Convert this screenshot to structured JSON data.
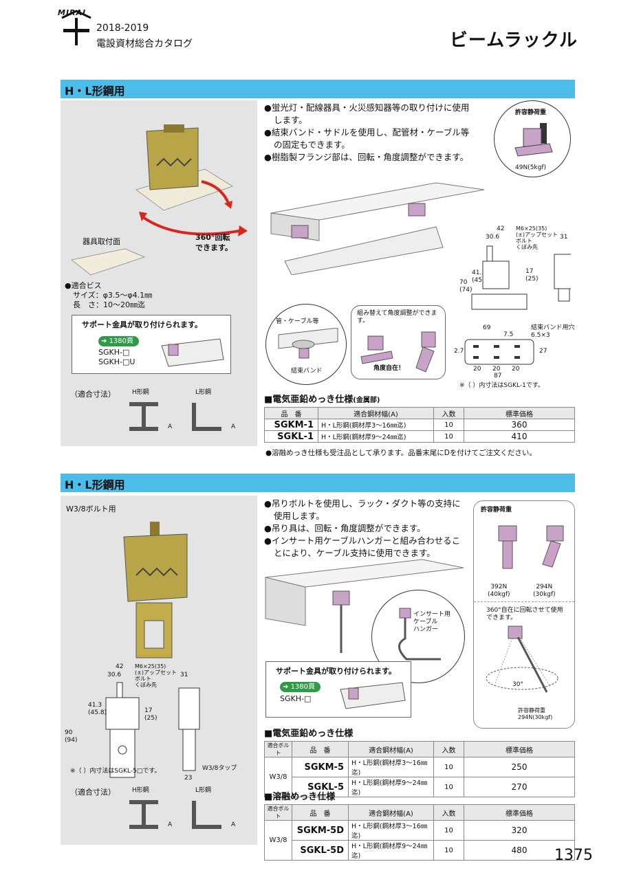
{
  "header": {
    "brand": "MIRAI",
    "catalog_year": "2018-2019",
    "catalog_title": "電設資材総合カタログ",
    "page_title": "ビームラックル"
  },
  "section1": {
    "heading": "H・L形鋼用",
    "bullets": [
      "●蛍光灯・配線器具・火災感知器等の取り付けに使用します。",
      "●結束バンド・サドルを使用し、配管材・ケーブル等の固定もできます。",
      "●樹脂製フランジ部は、回転・角度調整ができます。"
    ],
    "rotate_note": "360°回転\nできます。",
    "mount_face": "器具取付面",
    "screw_title": "●適合ビス",
    "screw_size": "サイズ：φ3.5〜φ4.1㎜",
    "screw_length": "長　さ：10〜20㎜迄",
    "support_title": "サポート金具が取り付けられます。",
    "support_ref": "1380頁",
    "support_items": [
      "SGKH-□",
      "SGKH-□U"
    ],
    "fit_label": "（適合寸法）",
    "h_label": "H形鋼",
    "l_label": "L形鋼",
    "a_label": "A",
    "load_title": "許容静荷重",
    "load_value": "49N(5kgf)",
    "callout_pipe": "管・ケーブル等",
    "callout_band": "結束バンド",
    "angle_title": "組み替えて角度調整ができます。",
    "angle_free": "角度自在！",
    "dims": {
      "d42": "42",
      "d306": "30.6",
      "d31": "31",
      "bolt": "M6×25(35)\n(±)アップセット\nボルト\nくぼみ先",
      "v70": "70\n(74)",
      "v413": "41.3\n(45.8)",
      "v17": "17\n(25)",
      "d69": "69",
      "d75": "7.5",
      "d27": "2.7",
      "d27b": "27",
      "d20a": "20",
      "d20b": "20",
      "d20c": "20",
      "d87": "87",
      "holes": "結束バンド用穴\n6.5×3"
    },
    "dim_note": "※（ ）内寸法はSGKL-1です。",
    "spec_heading": "■電気亜鉛めっき仕様",
    "spec_heading_sub": "(金属部)",
    "table_headers": [
      "品　番",
      "適合鋼材幅(A)",
      "入数",
      "標準価格"
    ],
    "rows": [
      {
        "code": "SGKM-1",
        "material": "H・L形鋼(鋼材厚3〜16㎜迄)",
        "qty": "10",
        "price": "360"
      },
      {
        "code": "SGKL-1",
        "material": "H・L形鋼(鋼材厚9〜24㎜迄)",
        "qty": "10",
        "price": "410"
      }
    ],
    "footnote": "●溶融めっき仕様も受注品として承ります。品番末尾にDを付けてご注文ください。"
  },
  "section2": {
    "heading": "H・L形鋼用",
    "bolt_label": "W3/8ボルト用",
    "bullets": [
      "●吊りボルトを使用し、ラック・ダクト等の支持に使用します。",
      "●吊り具は、回転・角度調整ができます。",
      "●インサート用ケーブルハンガーと組み合わせることにより、ケーブル支持に使用できます。"
    ],
    "insert_label": "インサート用\nケーブル\nハンガー",
    "support_title": "サポート金具が取り付けられます。",
    "support_ref": "1380頁",
    "support_items": [
      "SGKH-□"
    ],
    "load_title": "許容静荷重",
    "load_a": "392N\n(40kgf)",
    "load_b": "294N\n(30kgf)",
    "rotate_note": "360°自在に回転させて使用できます。",
    "angle30": "30°",
    "load_c": "許容静荷重\n294N(30kgf)",
    "dims": {
      "d42": "42",
      "d306": "30.6",
      "d31": "31",
      "bolt": "M6×25(35)\n(±)アップセット\nボルト\nくぼみ先",
      "v413": "41.3\n(45.8)",
      "v90": "90 (94)",
      "v17": "17\n(25)",
      "d23": "23",
      "tap": "W3/8タップ"
    },
    "dim_note": "※（ ）内寸法はSGKL-5□です。",
    "fit_label": "（適合寸法）",
    "h_label": "H形鋼",
    "l_label": "L形鋼",
    "a_label": "A",
    "spec1_heading": "■電気亜鉛めっき仕様",
    "spec2_heading": "■溶融めっき仕様",
    "table_headers": [
      "適合ボルト",
      "品　番",
      "適合鋼材幅(A)",
      "入数",
      "標準価格"
    ],
    "bolt_size": "W3/8",
    "rows1": [
      {
        "code": "SGKM-5",
        "material": "H・L形鋼(鋼材厚3〜16㎜迄)",
        "qty": "10",
        "price": "250"
      },
      {
        "code": "SGKL-5",
        "material": "H・L形鋼(鋼材厚9〜24㎜迄)",
        "qty": "10",
        "price": "270"
      }
    ],
    "rows2": [
      {
        "code": "SGKM-5D",
        "material": "H・L形鋼(鋼材厚3〜16㎜迄)",
        "qty": "10",
        "price": "320"
      },
      {
        "code": "SGKL-5D",
        "material": "H・L形鋼(鋼材厚9〜24㎜迄)",
        "qty": "10",
        "price": "480"
      }
    ]
  },
  "page_number": "1375",
  "colors": {
    "section_bar": "#4bbde8",
    "gray_panel": "#e4e4e4",
    "accent_green": "#2f9a47",
    "arrow_red": "#d9261c"
  }
}
